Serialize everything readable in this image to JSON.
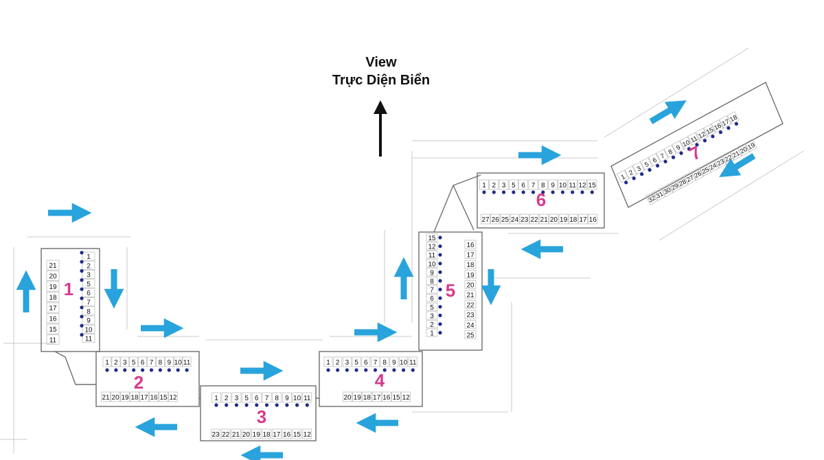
{
  "view": {
    "line1": "View",
    "line2": "Trực Diện Biển"
  },
  "colors": {
    "arrow": "#29a3dc",
    "block_number": "#d63a8e",
    "dot": "#1f2a8a",
    "line": "#8a8a8a",
    "text": "#111111"
  },
  "blocks": [
    {
      "id": "1",
      "label": "1",
      "left": [
        "21",
        "20",
        "19",
        "18",
        "17",
        "16",
        "15",
        "11"
      ],
      "right": [
        "1",
        "2",
        "3",
        "5",
        "6",
        "7",
        "8",
        "9",
        "10",
        "11"
      ]
    },
    {
      "id": "2",
      "label": "2",
      "top": [
        "1",
        "2",
        "3",
        "5",
        "6",
        "7",
        "8",
        "9",
        "10",
        "11"
      ],
      "bottom": [
        "21",
        "20",
        "19",
        "18",
        "17",
        "16",
        "15",
        "12"
      ]
    },
    {
      "id": "3",
      "label": "3",
      "top": [
        "1",
        "2",
        "3",
        "5",
        "6",
        "7",
        "8",
        "9",
        "10",
        "11"
      ],
      "bottom": [
        "23",
        "22",
        "21",
        "20",
        "19",
        "18",
        "17",
        "16",
        "15",
        "12"
      ]
    },
    {
      "id": "4",
      "label": "4",
      "top": [
        "1",
        "2",
        "3",
        "5",
        "6",
        "7",
        "8",
        "9",
        "10",
        "11"
      ],
      "bottom": [
        "20",
        "19",
        "18",
        "17",
        "16",
        "15",
        "12"
      ]
    },
    {
      "id": "5",
      "label": "5",
      "left": [
        "15",
        "12",
        "11",
        "10",
        "9",
        "8",
        "7",
        "6",
        "5",
        "3",
        "2",
        "1"
      ],
      "right": [
        "16",
        "17",
        "18",
        "19",
        "20",
        "21",
        "22",
        "23",
        "24",
        "25"
      ]
    },
    {
      "id": "6",
      "label": "6",
      "top": [
        "1",
        "2",
        "3",
        "5",
        "6",
        "7",
        "8",
        "9",
        "10",
        "11",
        "12",
        "15"
      ],
      "bottom": [
        "27",
        "26",
        "25",
        "24",
        "23",
        "22",
        "21",
        "20",
        "19",
        "18",
        "17",
        "16"
      ]
    },
    {
      "id": "7",
      "label": "7",
      "top": [
        "1",
        "2",
        "3",
        "5",
        "6",
        "7",
        "8",
        "9",
        "10",
        "11",
        "12",
        "15",
        "16",
        "17",
        "18"
      ],
      "bottom": [
        "32",
        "31",
        "30",
        "29",
        "28",
        "27",
        "26",
        "25",
        "24",
        "23",
        "22",
        "21",
        "20",
        "19"
      ]
    }
  ]
}
